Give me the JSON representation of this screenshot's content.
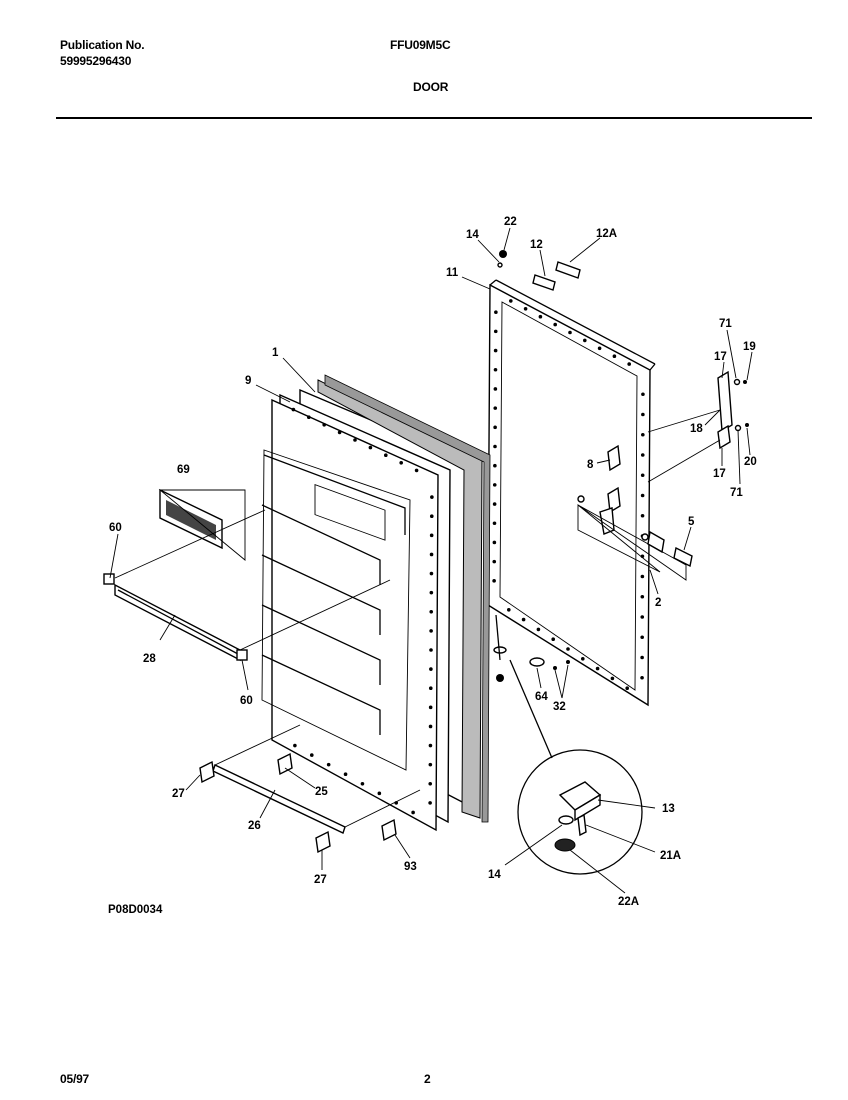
{
  "header": {
    "publication_label": "Publication No.",
    "publication_number": "59995296430",
    "model": "FFU09M5C",
    "section_title": "DOOR"
  },
  "diagram": {
    "id": "P08D0034",
    "callouts": {
      "c1": "1",
      "c2": "2",
      "c5": "5",
      "c8": "8",
      "c9": "9",
      "c11": "11",
      "c12": "12",
      "c12a": "12A",
      "c13": "13",
      "c14a": "14",
      "c14b": "14",
      "c17a": "17",
      "c17b": "17",
      "c18": "18",
      "c19": "19",
      "c20": "20",
      "c21a": "21A",
      "c22": "22",
      "c22a": "22A",
      "c25": "25",
      "c26": "26",
      "c27a": "27",
      "c27b": "27",
      "c28": "28",
      "c32": "32",
      "c60a": "60",
      "c60b": "60",
      "c64": "64",
      "c69": "69",
      "c71a": "71",
      "c71b": "71",
      "c93": "93"
    }
  },
  "footer": {
    "date": "05/97",
    "page": "2"
  }
}
